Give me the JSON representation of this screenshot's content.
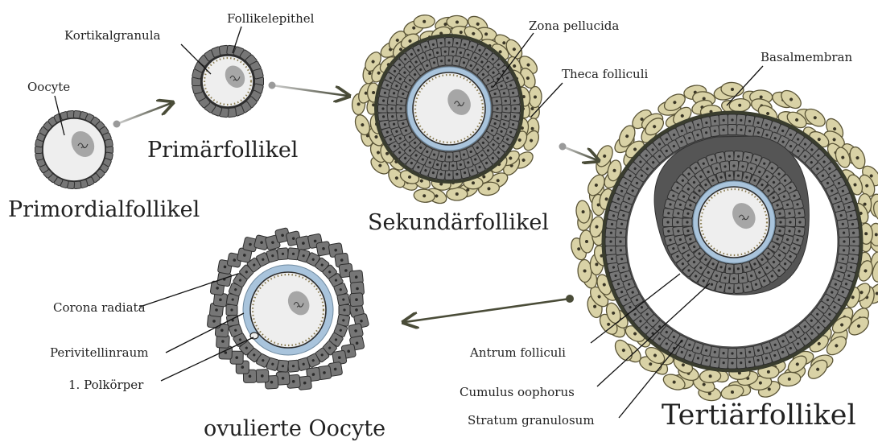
{
  "stages": {
    "primordial": "Primordialfollikel",
    "primary": "Primärfollikel",
    "secondary": "Sekundärfollikel",
    "tertiary": "Tertiärfollikel",
    "ovulated": "ovulierte Oocyte"
  },
  "labels": {
    "oocyte": "Oocyte",
    "cortical_granules": "Kortikalgranula",
    "follicle_epithelium": "Follikelepithel",
    "zona_pellucida": "Zona pellucida",
    "theca_folliculi": "Theca folliculi",
    "basement_membrane": "Basalmembran",
    "corona_radiata": "Corona radiata",
    "perivitelline_space": "Perivitellinraum",
    "polar_body": "1. Polkörper",
    "antrum_folliculi": "Antrum folliculi",
    "cumulus_oophorus": "Cumulus oophorus",
    "stratum_granulosum": "Stratum granulosum"
  },
  "colors": {
    "cell_fill": "#767676",
    "cell_stroke": "#2e2e2e",
    "theca_fill": "#d9d2a6",
    "theca_stroke": "#5a5436",
    "zona_fill": "#a9c4dc",
    "ooplasm_fill": "#eeeeee",
    "nucleus_fill": "#a6a6a6",
    "membrane": "#3a3d2e",
    "arrow": "#4a4c38"
  },
  "icons": {
    "transition_arrow": "arrow-right-icon"
  }
}
